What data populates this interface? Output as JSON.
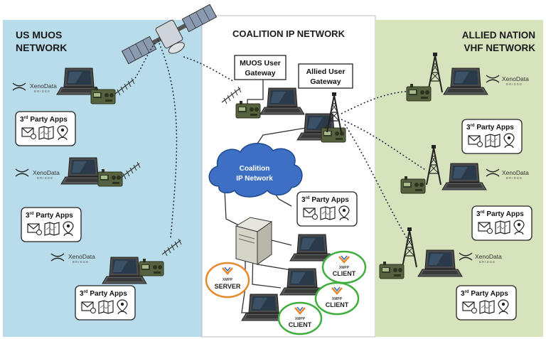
{
  "panels": {
    "us_muos": {
      "title_line1": "US MUOS",
      "title_line2": "NETWORK",
      "bg": "#b8dcea"
    },
    "coalition": {
      "title": "COALITION IP NETWORK",
      "bg": "#ffffff"
    },
    "allied": {
      "title_line1": "ALLIED NATION",
      "title_line2": "VHF NETWORK",
      "bg": "#d7e3bc"
    }
  },
  "gateways": {
    "muos_line1": "MUOS User",
    "muos_line2": "Gateway",
    "allied_line1": "Allied User",
    "allied_line2": "Gateway"
  },
  "cloud": {
    "line1": "Coalition",
    "line2": "IP Network",
    "color": "#3d6fc4"
  },
  "apps": {
    "label": "Party Apps",
    "ordinal": "3",
    "sup": "rd"
  },
  "xenodata": {
    "brand": "XenoData",
    "sub": "BRIDGE"
  },
  "xmpp": {
    "word": "XMPP",
    "server": "SERVER",
    "client": "CLIENT",
    "server_ring": "#e8892b",
    "client_ring": "#3fae3f"
  },
  "icons": [
    "satellite-icon",
    "laptop-icon",
    "radio-icon",
    "radio-tower-icon",
    "yagi-antenna-icon",
    "server-icon",
    "email-icon",
    "map-icon",
    "contact-icon"
  ]
}
